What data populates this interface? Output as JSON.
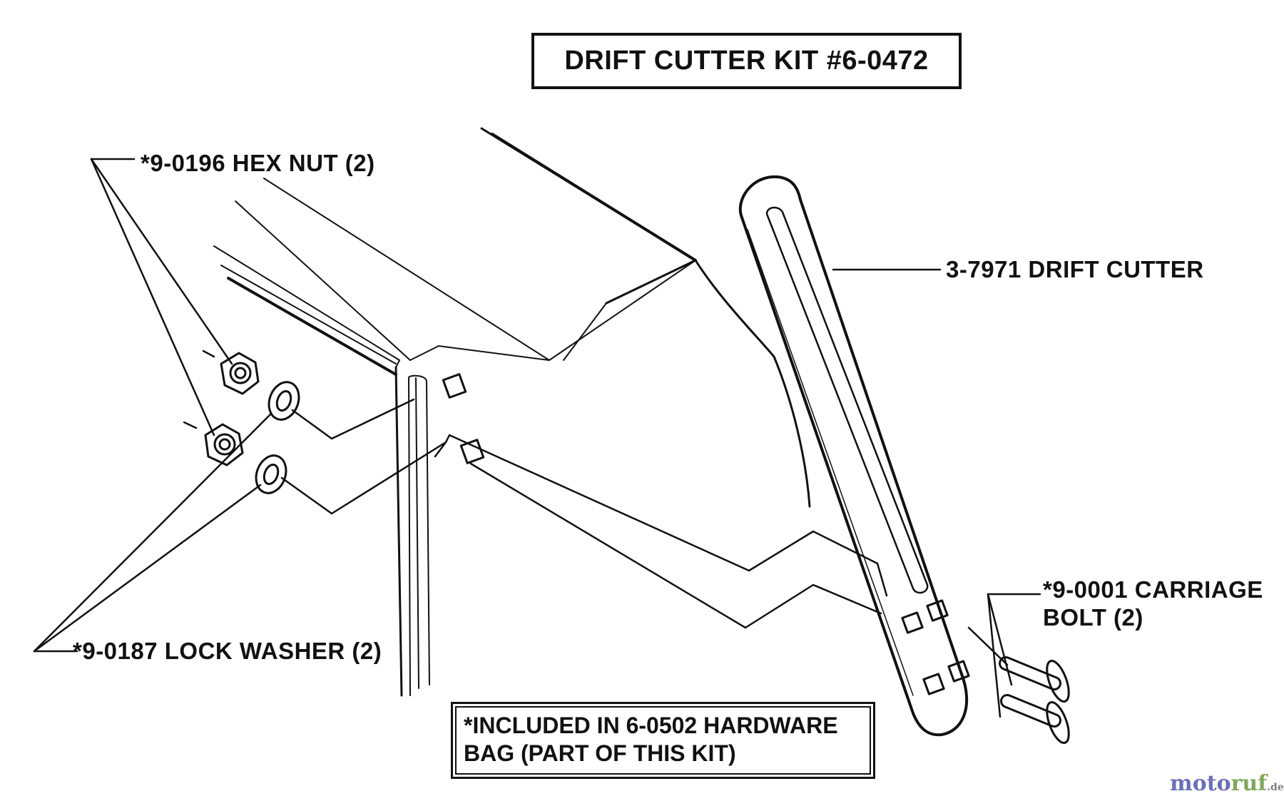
{
  "title": "DRIFT CUTTER KIT #6-0472",
  "labels": {
    "hex_nut": "*9-0196 HEX NUT (2)",
    "lock_washer": "*9-0187 LOCK WASHER (2)",
    "drift_cutter": "3-7971 DRIFT CUTTER",
    "carriage_bolt_line1": "*9-0001 CARRIAGE",
    "carriage_bolt_line2": "BOLT (2)"
  },
  "note": {
    "line1": "*INCLUDED IN 6-0502 HARDWARE",
    "line2": "BAG (PART OF THIS KIT)"
  },
  "watermark": {
    "part1": "moto",
    "part2": "ruf",
    "suffix": ".de"
  },
  "colors": {
    "ink": "#111111",
    "watermark_blue": "#6b6fb6",
    "watermark_green": "#7fa85a"
  }
}
